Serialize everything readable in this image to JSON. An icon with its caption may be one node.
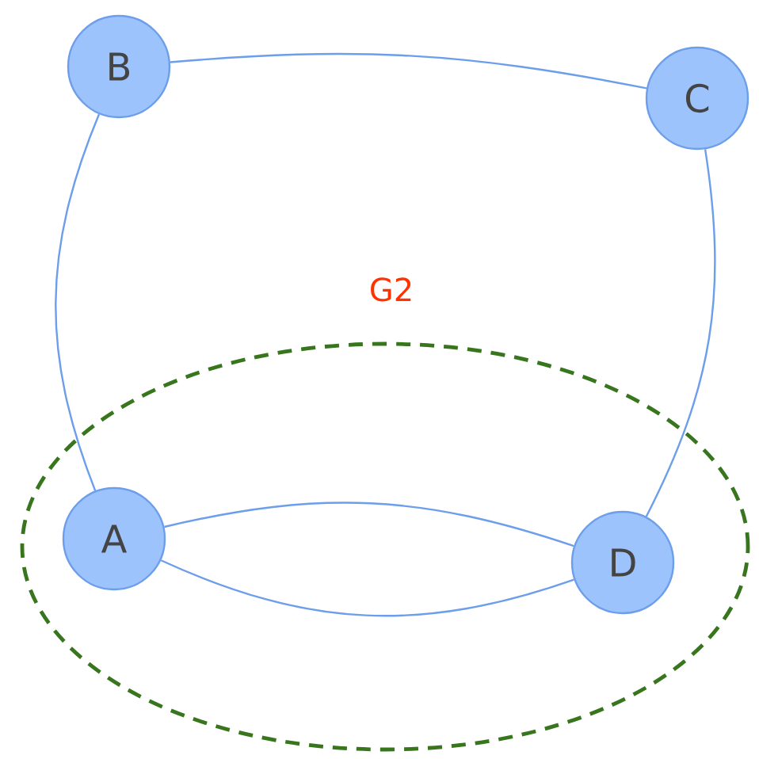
{
  "diagram": {
    "nodes": [
      {
        "text": [
          "B"
        ]
      },
      {
        "text": [
          "C"
        ]
      },
      {
        "text": [
          "G2"
        ]
      },
      {
        "text": [
          "A"
        ],
        "in": 2
      },
      {
        "text": [
          "D"
        ],
        "in": 2
      }
    ],
    "edges": [
      {
        "from": 0,
        "to": 1,
        "arrow": "none"
      },
      {
        "from": 0,
        "to": 3,
        "arrow": "none"
      },
      {
        "from": 1,
        "to": 4,
        "arrow": "none"
      },
      {
        "from": 3,
        "to": 4,
        "arrow": "none"
      },
      {
        "from": 3,
        "to": 4,
        "arrow": "none"
      }
    ]
  }
}
